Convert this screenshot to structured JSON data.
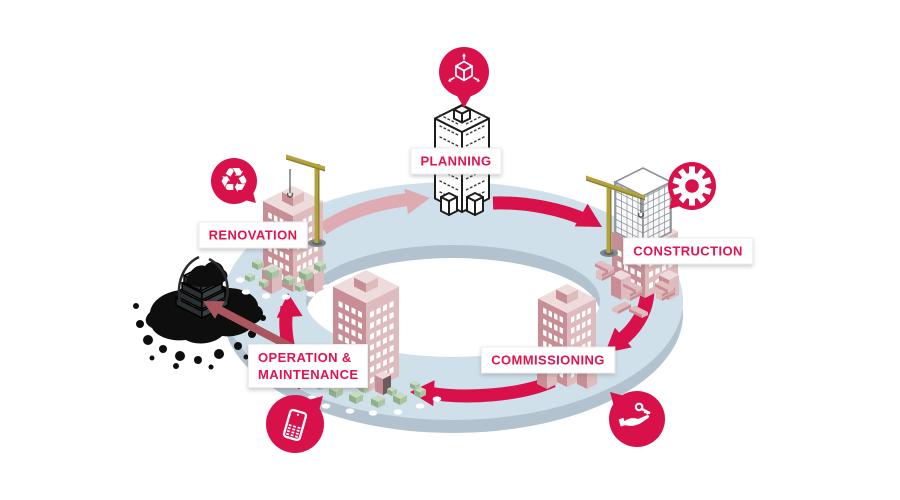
{
  "diagram": {
    "stages": {
      "planning": {
        "label": "PLANNING",
        "icon": "3d-model-cube-icon"
      },
      "construction": {
        "label": "CONSTRUCTION",
        "icon": "gear-icon"
      },
      "commissioning": {
        "label": "COMMISSIONING",
        "icon": "key-handover-icon"
      },
      "operation_maintenance": {
        "label_line1": "OPERATION &",
        "label_line2": "MAINTENANCE",
        "icon": "mobile-phone-icon"
      },
      "renovation": {
        "label": "RENOVATION",
        "icon": "recycle-icon",
        "recycle_glyph": "♻"
      },
      "demolition": {
        "icon": "demolished-building"
      }
    },
    "flow": [
      "planning",
      "construction",
      "commissioning",
      "operation_maintenance",
      "renovation",
      "planning"
    ],
    "offcycle_flow": [
      "operation_maintenance",
      "demolition"
    ],
    "colors": {
      "accent": "#d9114a",
      "label_text": "#e2134d",
      "arrow_red": "#d9114a",
      "arrow_faded": "#dfabb2",
      "arrow_dark": "#a9565e",
      "ring_top": "#cfe0ea",
      "ring_side": "#b2c3cf",
      "building_left": "#c78f95",
      "building_right": "#debbbd",
      "building_top": "#eedcdc",
      "window": "#ffffff",
      "tree_top": "#c9dcc3",
      "tree_left": "#8fb18a",
      "tree_right": "#aac6a4",
      "crane": "#b3a33c",
      "crane_dark": "#8e8030",
      "scaffold": "#8b9196",
      "outline": "#1d1d1b",
      "demolition_black": "#0e0e0e",
      "rubble_grey": "#3c4245"
    }
  }
}
